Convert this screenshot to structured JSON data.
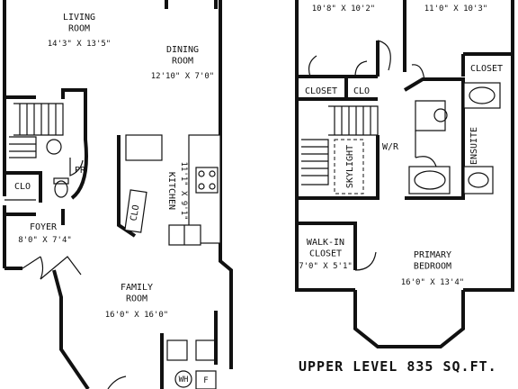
{
  "lower": {
    "living_room": {
      "name": "LIVING\nROOM",
      "dims": "14'3\" X 13'5\""
    },
    "dining_room": {
      "name": "DINING\nROOM",
      "dims": "12'10\" X 7'0\""
    },
    "powder_room": {
      "name": "PR"
    },
    "closet": {
      "name": "CLO"
    },
    "kitchen": {
      "name": "KITCHEN",
      "dims": "11'1\" X 9'1\""
    },
    "kitchen_closet": {
      "name": "CLO"
    },
    "foyer": {
      "name": "FOYER",
      "dims": "8'0\" X 7'4\""
    },
    "family_room": {
      "name": "FAMILY\nROOM",
      "dims": "16'0\" X 16'0\""
    },
    "water_heater": {
      "name": "WH"
    },
    "furnace": {
      "name": "F"
    }
  },
  "upper": {
    "bedroom_left": {
      "dims": "10'8\" X 10'2\""
    },
    "bedroom_right": {
      "dims": "11'0\" X 10'3\""
    },
    "closet_1": {
      "name": "CLOSET"
    },
    "closet_2": {
      "name": "CLO"
    },
    "closet_3": {
      "name": "CLOSET"
    },
    "skylight": {
      "name": "SKYLIGHT"
    },
    "laundry": {
      "name": "W/R"
    },
    "ensuite": {
      "name": "ENSUITE"
    },
    "walk_in_closet": {
      "name": "WALK-IN\nCLOSET",
      "dims": "7'0\" X 5'1\""
    },
    "primary_bedroom": {
      "name": "PRIMARY\nBEDROOM",
      "dims": "16'0\" X 13'4\""
    }
  },
  "caption": "UPPER LEVEL 835 SQ.FT."
}
